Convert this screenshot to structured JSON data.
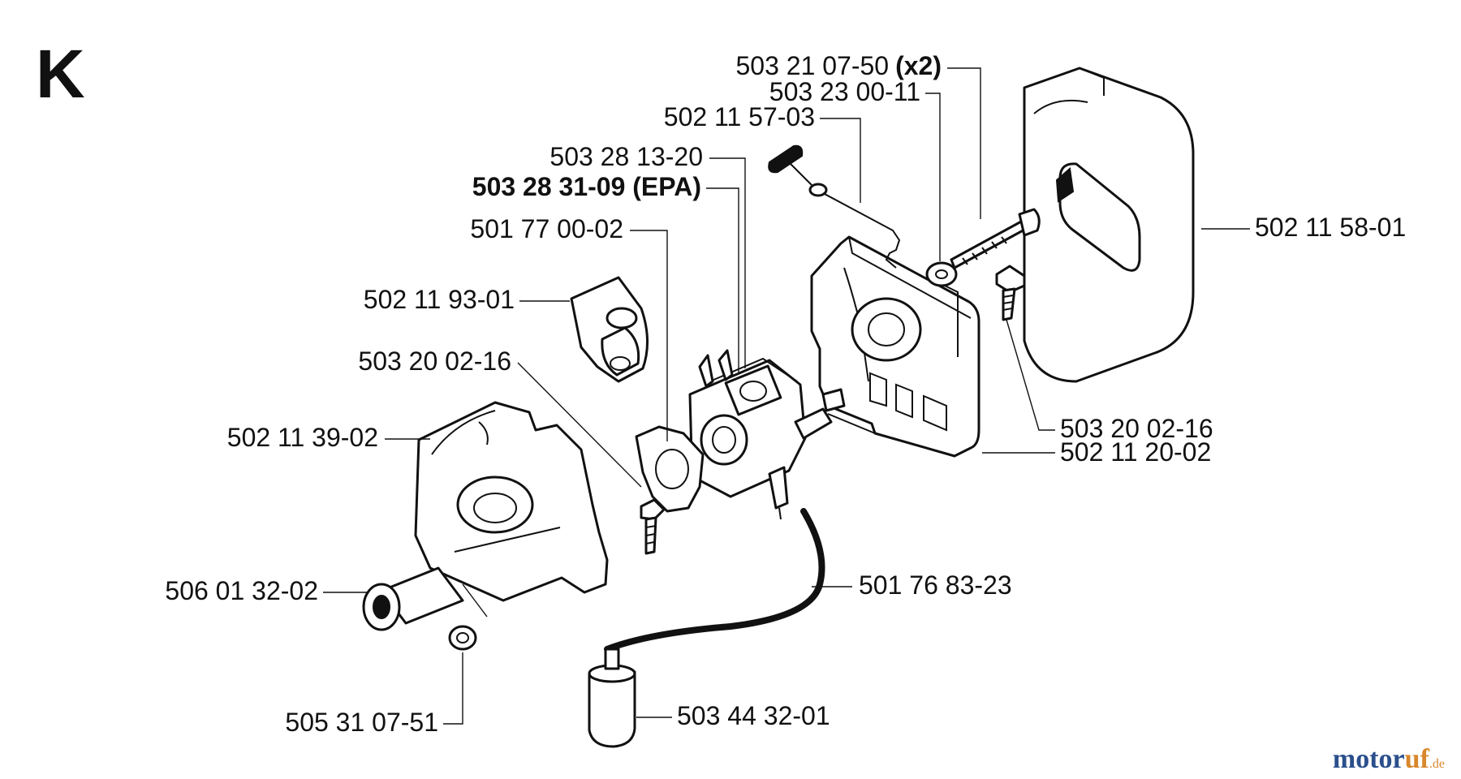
{
  "diagram": {
    "section_letter": "K",
    "labels": {
      "screw_x2": {
        "number": "503 21 07-50",
        "qty": "(x2)"
      },
      "washer": "503 23 00-11",
      "choke_rod": "502 11 57-03",
      "carburetor": "503 28 13-20",
      "carburetor_epa": "503 28 31-09 (EPA)",
      "intake_bellow": "501 77 00-02",
      "intake_cover": "502 11 93-01",
      "gasket": "503 20 02-16",
      "carb_housing": "502 11 39-02",
      "air_filter": "502 11 58-01",
      "screw_right": "503 20 02-16",
      "filter_holder": "502 11 20-02",
      "bushing": "506 01 32-02",
      "fuel_hose": "501 76 83-23",
      "sleeve": "505 31 07-51",
      "fuel_filter": "503 44 32-01"
    }
  },
  "watermark": {
    "brand_a": "motor",
    "brand_b": "uf",
    "tld": ".de"
  }
}
